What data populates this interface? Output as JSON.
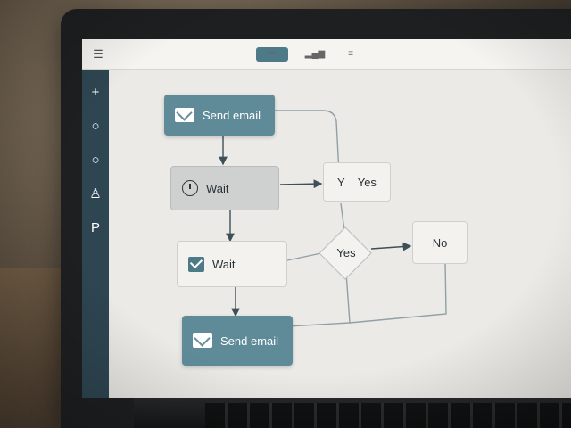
{
  "topbar": {
    "menu_icon": "hamburger-icon",
    "view_tabs": [
      {
        "name": "flow-view",
        "icon": "flow-icon",
        "glyph": "••",
        "active": true
      },
      {
        "name": "chart-view",
        "icon": "bar-chart-icon",
        "glyph": "▂▄▆",
        "active": false
      },
      {
        "name": "list-view",
        "icon": "list-icon",
        "glyph": "≡",
        "active": false
      }
    ]
  },
  "sidebar": {
    "items": [
      {
        "icon": "plus-icon",
        "glyph": "+"
      },
      {
        "icon": "circle-icon",
        "glyph": "○"
      },
      {
        "icon": "circle-icon",
        "glyph": "○"
      },
      {
        "icon": "user-icon",
        "glyph": "♙"
      },
      {
        "icon": "p-icon",
        "glyph": "P"
      }
    ]
  },
  "flow": {
    "nodes": {
      "send_email_1": "Send email",
      "wait_1": "Wait",
      "wait_2": "Wait",
      "send_email_2": "Send email",
      "yes_branch_prefix": "Y",
      "yes_branch": "Yes",
      "decision": "Yes",
      "no_branch": "No"
    }
  },
  "colors": {
    "accent": "#5f8b98",
    "sidebar": "#2e4652",
    "canvas": "#eceae6"
  }
}
